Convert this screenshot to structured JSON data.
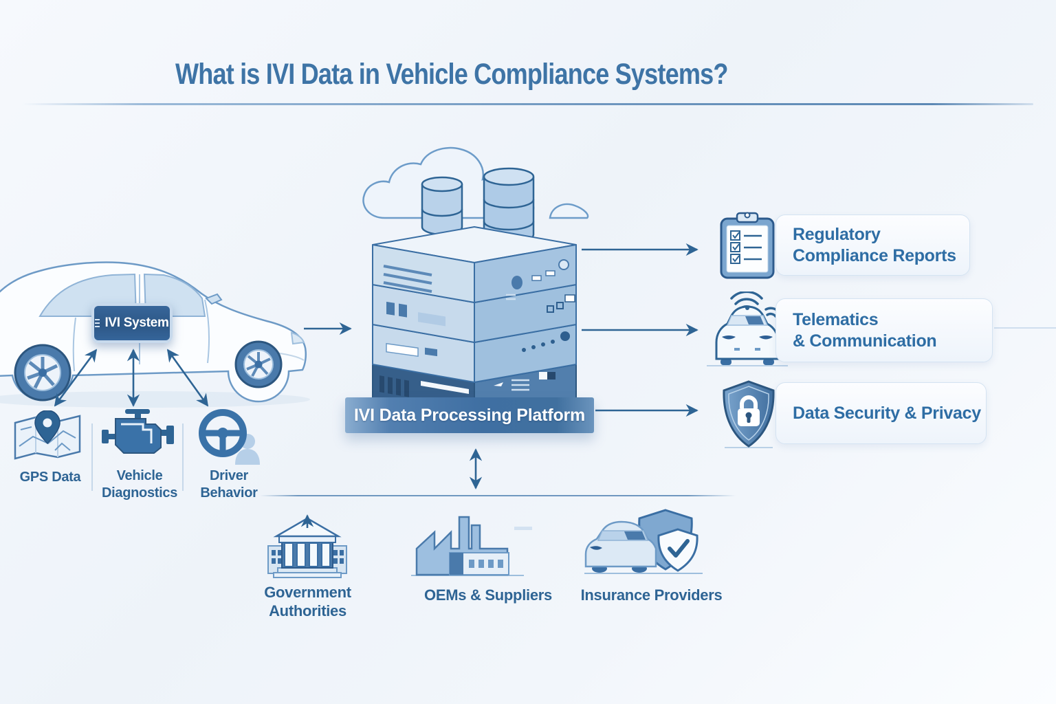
{
  "title": "What is IVI Data in Vehicle Compliance Systems?",
  "vehicle": {
    "screen_label": "IVI System"
  },
  "data_sources": [
    {
      "icon": "map-pin-icon",
      "line1": "GPS Data",
      "line2": ""
    },
    {
      "icon": "engine-icon",
      "line1": "Vehicle",
      "line2": "Diagnostics"
    },
    {
      "icon": "steering-wheel-driver-icon",
      "line1": "Driver",
      "line2": "Behavior"
    }
  ],
  "platform": {
    "banner_label": "IVI Data Processing Platform",
    "icons": [
      "cloud-icon",
      "database-cylinders-icon",
      "server-stack-icon"
    ]
  },
  "outputs": [
    {
      "icon": "clipboard-checklist-icon",
      "line1": "Regulatory",
      "line2": "Compliance Reports"
    },
    {
      "icon": "connected-car-icon",
      "line1": "Telematics",
      "line2": "& Communication"
    },
    {
      "icon": "shield-lock-icon",
      "line1": "Data Security & Privacy",
      "line2": ""
    }
  ],
  "stakeholders": [
    {
      "icon": "government-building-icon",
      "line1": "Government",
      "line2": "Authorities"
    },
    {
      "icon": "factory-icon",
      "line1": "OEMs & Suppliers",
      "line2": ""
    },
    {
      "icon": "car-shield-check-icon",
      "line1": "Insurance Providers",
      "line2": ""
    }
  ],
  "colors": {
    "accent_blue": "#2e6494",
    "dark_blue": "#2c5a8c",
    "mid_blue": "#4a7aab",
    "light_blue": "#b9d2ea",
    "pale_blue": "#e8f1fa",
    "background": "#f4f8fc"
  }
}
